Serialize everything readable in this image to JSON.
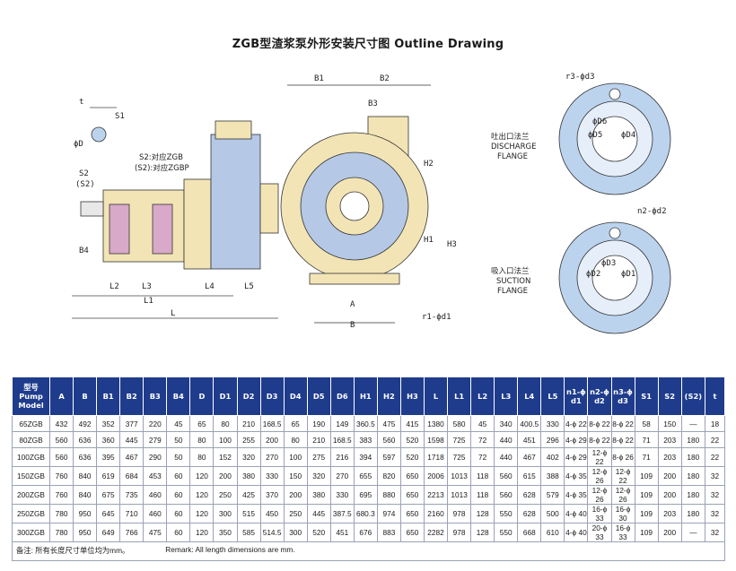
{
  "title": "ZGB型渣浆泵外形安装尺寸图  Outline Drawing",
  "drawing_labels": {
    "t": "t",
    "S1": "S1",
    "phiD": "ϕD",
    "S2": "S2",
    "S2p": "(S2)",
    "s2_note_1": "S2:对应ZGB",
    "s2_note_2": "(S2):对应ZGBP",
    "B4": "B4",
    "L2": "L2",
    "L3": "L3",
    "L1": "L1",
    "L4": "L4",
    "L5": "L5",
    "L": "L",
    "B1": "B1",
    "B2": "B2",
    "B3": "B3",
    "H2": "H2",
    "H1": "H1",
    "H3": "H3",
    "A": "A",
    "B": "B",
    "r1d1": "r1-ϕd1",
    "r3d3": "r3-ϕd3",
    "D6": "ϕD6",
    "D5": "ϕD5",
    "D4": "ϕD4",
    "discharge": [
      "吐出口法兰",
      "DISCHARGE",
      "FLANGE"
    ],
    "n2d2": "n2-ϕd2",
    "D2": "ϕD2",
    "D3": "ϕD3",
    "D1": "ϕD1",
    "suction": [
      "吸入口法兰",
      "SUCTION",
      "FLANGE"
    ]
  },
  "table": {
    "header": [
      "型号 Pump Model",
      "A",
      "B",
      "B1",
      "B2",
      "B3",
      "B4",
      "D",
      "D1",
      "D2",
      "D3",
      "D4",
      "D5",
      "D6",
      "H1",
      "H2",
      "H3",
      "L",
      "L1",
      "L2",
      "L3",
      "L4",
      "L5",
      "n1-ϕ d1",
      "n2-ϕ d2",
      "n3-ϕ d3",
      "S1",
      "S2",
      "(S2)",
      "t"
    ],
    "rows": [
      [
        "65ZGB",
        "432",
        "492",
        "352",
        "377",
        "220",
        "45",
        "65",
        "80",
        "210",
        "168.5",
        "65",
        "190",
        "149",
        "360.5",
        "475",
        "415",
        "1380",
        "580",
        "45",
        "340",
        "400.5",
        "330",
        "4-ϕ 22",
        "8-ϕ 22",
        "8-ϕ 22",
        "58",
        "150",
        "—",
        "18"
      ],
      [
        "80ZGB",
        "560",
        "636",
        "360",
        "445",
        "279",
        "50",
        "80",
        "100",
        "255",
        "200",
        "80",
        "210",
        "168.5",
        "383",
        "560",
        "520",
        "1598",
        "725",
        "72",
        "440",
        "451",
        "296",
        "4-ϕ 29",
        "8-ϕ 22",
        "8-ϕ 22",
        "71",
        "203",
        "180",
        "22"
      ],
      [
        "100ZGB",
        "560",
        "636",
        "395",
        "467",
        "290",
        "50",
        "80",
        "152",
        "320",
        "270",
        "100",
        "275",
        "216",
        "394",
        "597",
        "520",
        "1718",
        "725",
        "72",
        "440",
        "467",
        "402",
        "4-ϕ 29",
        "12-ϕ 22",
        "8-ϕ 26",
        "71",
        "203",
        "180",
        "22"
      ],
      [
        "150ZGB",
        "760",
        "840",
        "619",
        "684",
        "453",
        "60",
        "120",
        "200",
        "380",
        "330",
        "150",
        "320",
        "270",
        "655",
        "820",
        "650",
        "2006",
        "1013",
        "118",
        "560",
        "615",
        "388",
        "4-ϕ 35",
        "12-ϕ 26",
        "12-ϕ 22",
        "109",
        "200",
        "180",
        "32"
      ],
      [
        "200ZGB",
        "760",
        "840",
        "675",
        "735",
        "460",
        "60",
        "120",
        "250",
        "425",
        "370",
        "200",
        "380",
        "330",
        "695",
        "880",
        "650",
        "2213",
        "1013",
        "118",
        "560",
        "628",
        "579",
        "4-ϕ 35",
        "12-ϕ 26",
        "12-ϕ 26",
        "109",
        "200",
        "180",
        "32"
      ],
      [
        "250ZGB",
        "780",
        "950",
        "645",
        "710",
        "460",
        "60",
        "120",
        "300",
        "515",
        "450",
        "250",
        "445",
        "387.5",
        "680.3",
        "974",
        "650",
        "2160",
        "978",
        "128",
        "550",
        "628",
        "500",
        "4-ϕ 40",
        "16-ϕ 33",
        "16-ϕ 30",
        "109",
        "203",
        "180",
        "32"
      ],
      [
        "300ZGB",
        "780",
        "950",
        "649",
        "766",
        "475",
        "60",
        "120",
        "350",
        "585",
        "514.5",
        "300",
        "520",
        "451",
        "676",
        "883",
        "650",
        "2282",
        "978",
        "128",
        "550",
        "668",
        "610",
        "4-ϕ 40",
        "20-ϕ 33",
        "16-ϕ 33",
        "109",
        "200",
        "—",
        "32"
      ]
    ],
    "note_cn": "备注:   所有长度尺寸单位均为mm。",
    "note_en": "Remark:  All length dimensions are mm."
  }
}
